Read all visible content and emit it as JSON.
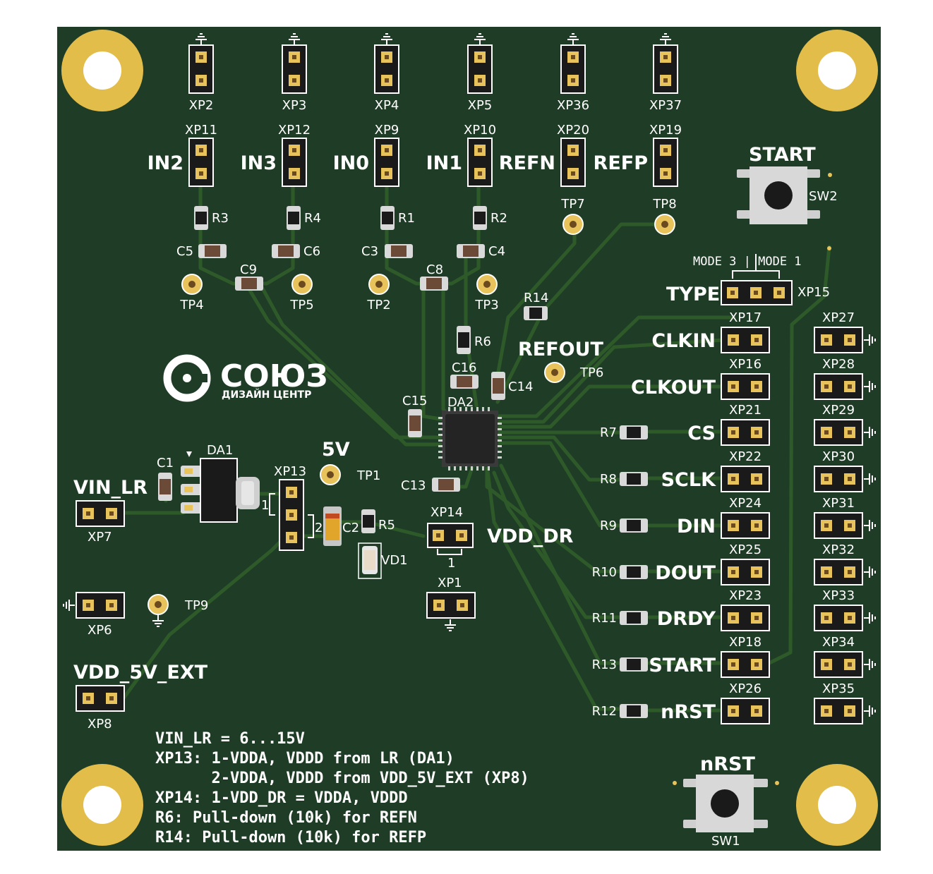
{
  "colors": {
    "background": "#ffffff",
    "board": "#1f3d26",
    "trace": "#2e5a2a",
    "silkscreen": "#ffffff",
    "mounting_hole": "#e2bd4a",
    "pad": "#e8c25a",
    "header_body": "#1a1a1a",
    "component_body": "#2a2a2a"
  },
  "logo": {
    "main": "СОЮЗ",
    "sub": "ДИЗАЙН ЦЕНТР"
  },
  "top_gnd_headers": [
    "XP2",
    "XP3",
    "XP4",
    "XP5",
    "XP36",
    "XP37"
  ],
  "input_headers": [
    {
      "ref": "XP11",
      "label": "IN2"
    },
    {
      "ref": "XP12",
      "label": "IN3"
    },
    {
      "ref": "XP9",
      "label": "IN0"
    },
    {
      "ref": "XP10",
      "label": "IN1"
    },
    {
      "ref": "XP20",
      "label": "REFN"
    },
    {
      "ref": "XP19",
      "label": "REFP"
    }
  ],
  "passives": {
    "resistors": [
      "R3",
      "R4",
      "R1",
      "R2",
      "R14",
      "R6",
      "R5"
    ],
    "capacitors": [
      "C5",
      "C6",
      "C9",
      "C3",
      "C4",
      "C8",
      "C16",
      "C14",
      "C15",
      "C13",
      "C1",
      "C2"
    ]
  },
  "test_points": {
    "tp4": "TP4",
    "tp5": "TP5",
    "tp2": "TP2",
    "tp3": "TP3",
    "tp7": "TP7",
    "tp8": "TP8",
    "tp6": "TP6",
    "tp1": "TP1",
    "tp9": "TP9"
  },
  "labels": {
    "refout": "REFOUT",
    "five_v": "5V",
    "vin_lr": "VIN_LR",
    "vdd_dr": "VDD_DR",
    "vdd_5v_ext": "VDD_5V_EXT",
    "type": "TYPE",
    "mode_caption": "MODE 3 | MODE 1",
    "start_button": "START",
    "nrst_button": "nRST"
  },
  "parts": {
    "da1": "DA1",
    "da2": "DA2",
    "vd1": "VD1",
    "xp13": "XP13",
    "xp14": "XP14",
    "xp1": "XP1",
    "xp7": "XP7",
    "xp6": "XP6",
    "xp8": "XP8",
    "xp15": "XP15",
    "sw1": "SW1",
    "sw2": "SW2",
    "pin_1": "1",
    "pin_2": "2",
    "pin_1b": "1"
  },
  "digital_signals": [
    {
      "header": "XP17",
      "label": "CLKIN",
      "resistor": ""
    },
    {
      "header": "XP16",
      "label": "CLKOUT",
      "resistor": ""
    },
    {
      "header": "XP21",
      "label": "CS",
      "resistor": "R7"
    },
    {
      "header": "XP22",
      "label": "SCLK",
      "resistor": "R8"
    },
    {
      "header": "XP24",
      "label": "DIN",
      "resistor": "R9"
    },
    {
      "header": "XP25",
      "label": "DOUT",
      "resistor": "R10"
    },
    {
      "header": "XP23",
      "label": "DRDY",
      "resistor": "R11"
    },
    {
      "header": "XP18",
      "label": "START",
      "resistor": "R13"
    },
    {
      "header": "XP26",
      "label": "nRST",
      "resistor": "R12"
    }
  ],
  "gnd_headers_right": [
    "XP27",
    "XP28",
    "XP29",
    "XP30",
    "XP31",
    "XP32",
    "XP33",
    "XP34",
    "XP35"
  ],
  "notes": [
    "VIN_LR = 6...15V",
    "XP13: 1-VDDA, VDDD from LR (DA1)",
    "      2-VDDA, VDDD from VDD_5V_EXT (XP8)",
    "XP14: 1-VDD_DR = VDDA, VDDD",
    "R6: Pull-down (10k) for REFN",
    "R14: Pull-down (10k) for REFP"
  ]
}
